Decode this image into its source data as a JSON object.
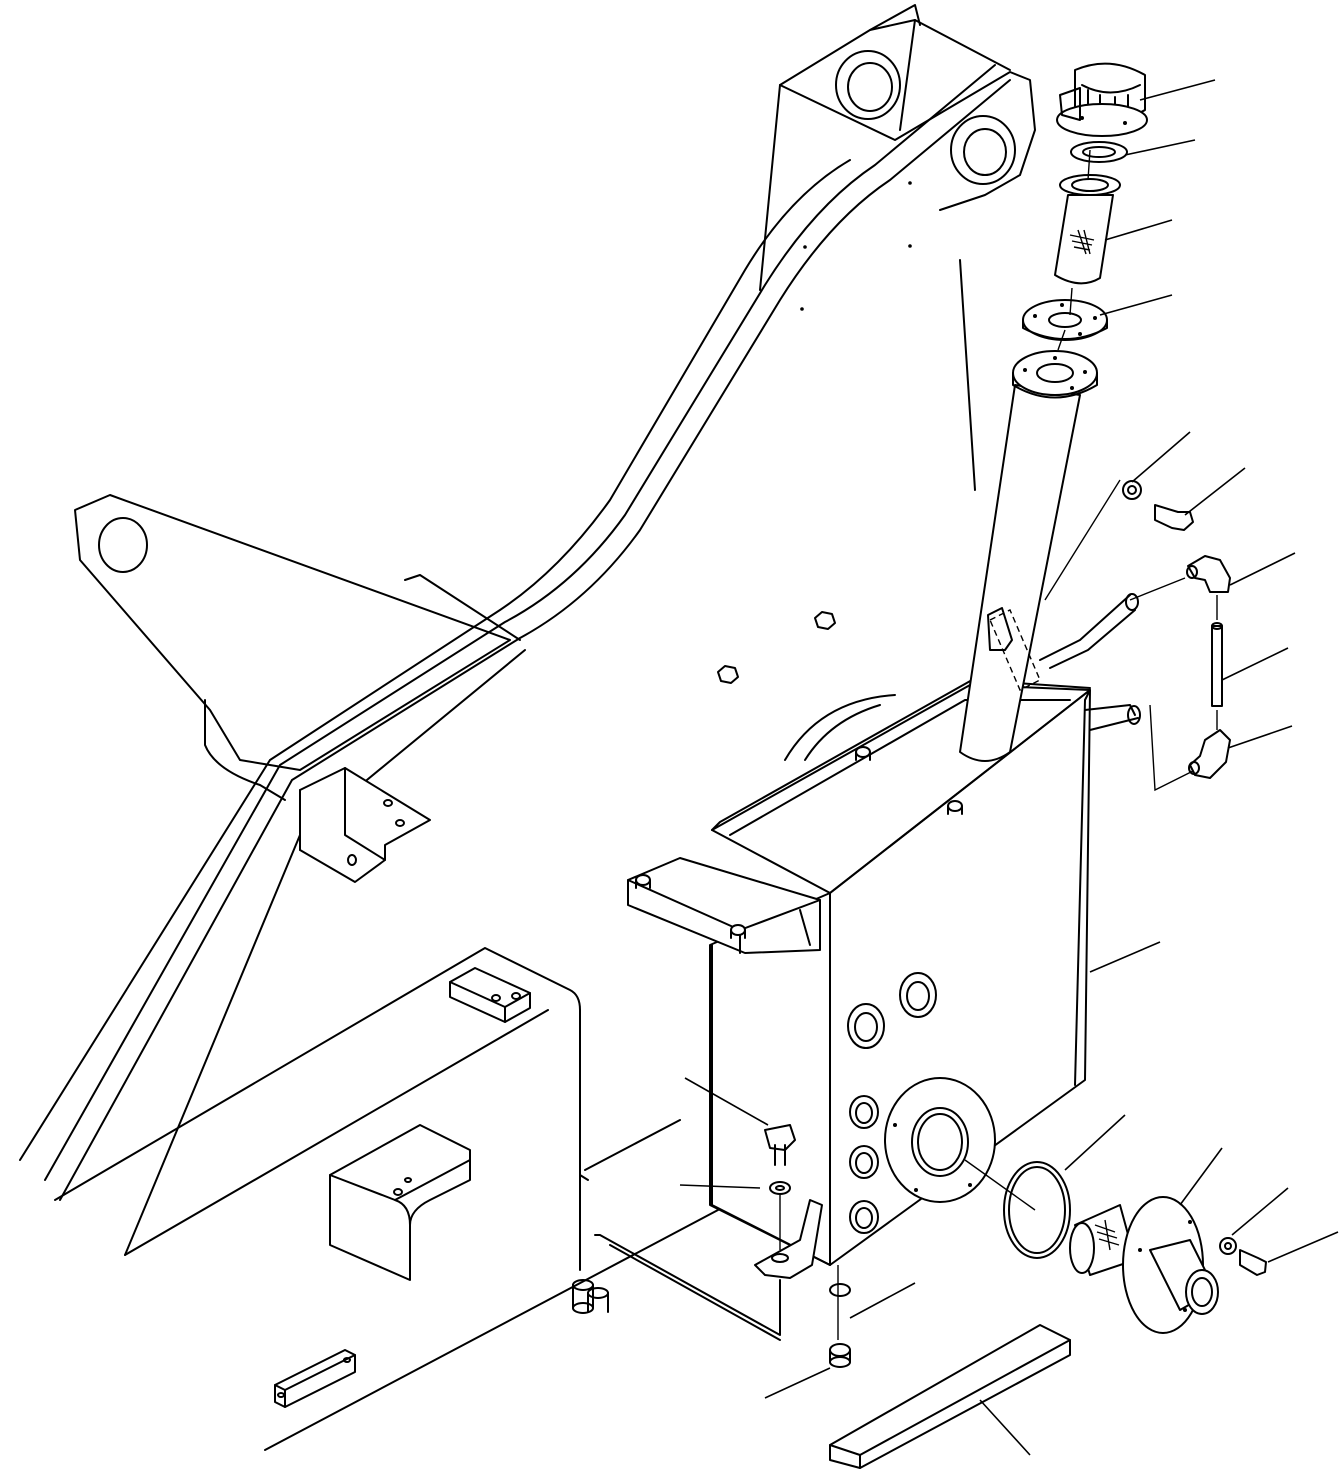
{
  "diagram": {
    "kind": "exploded-parts-view",
    "labels": []
  },
  "parts": {
    "loader_arm_frame": "loader-arm-frame",
    "hydraulic_tank": "hydraulic-tank",
    "filler_neck": "filler-neck",
    "filler_cap": "filler-cap",
    "filler_strainer": "filler-strainer",
    "suction_strainer": "suction-strainer",
    "fuel_tank_under": "fuel-tank"
  }
}
